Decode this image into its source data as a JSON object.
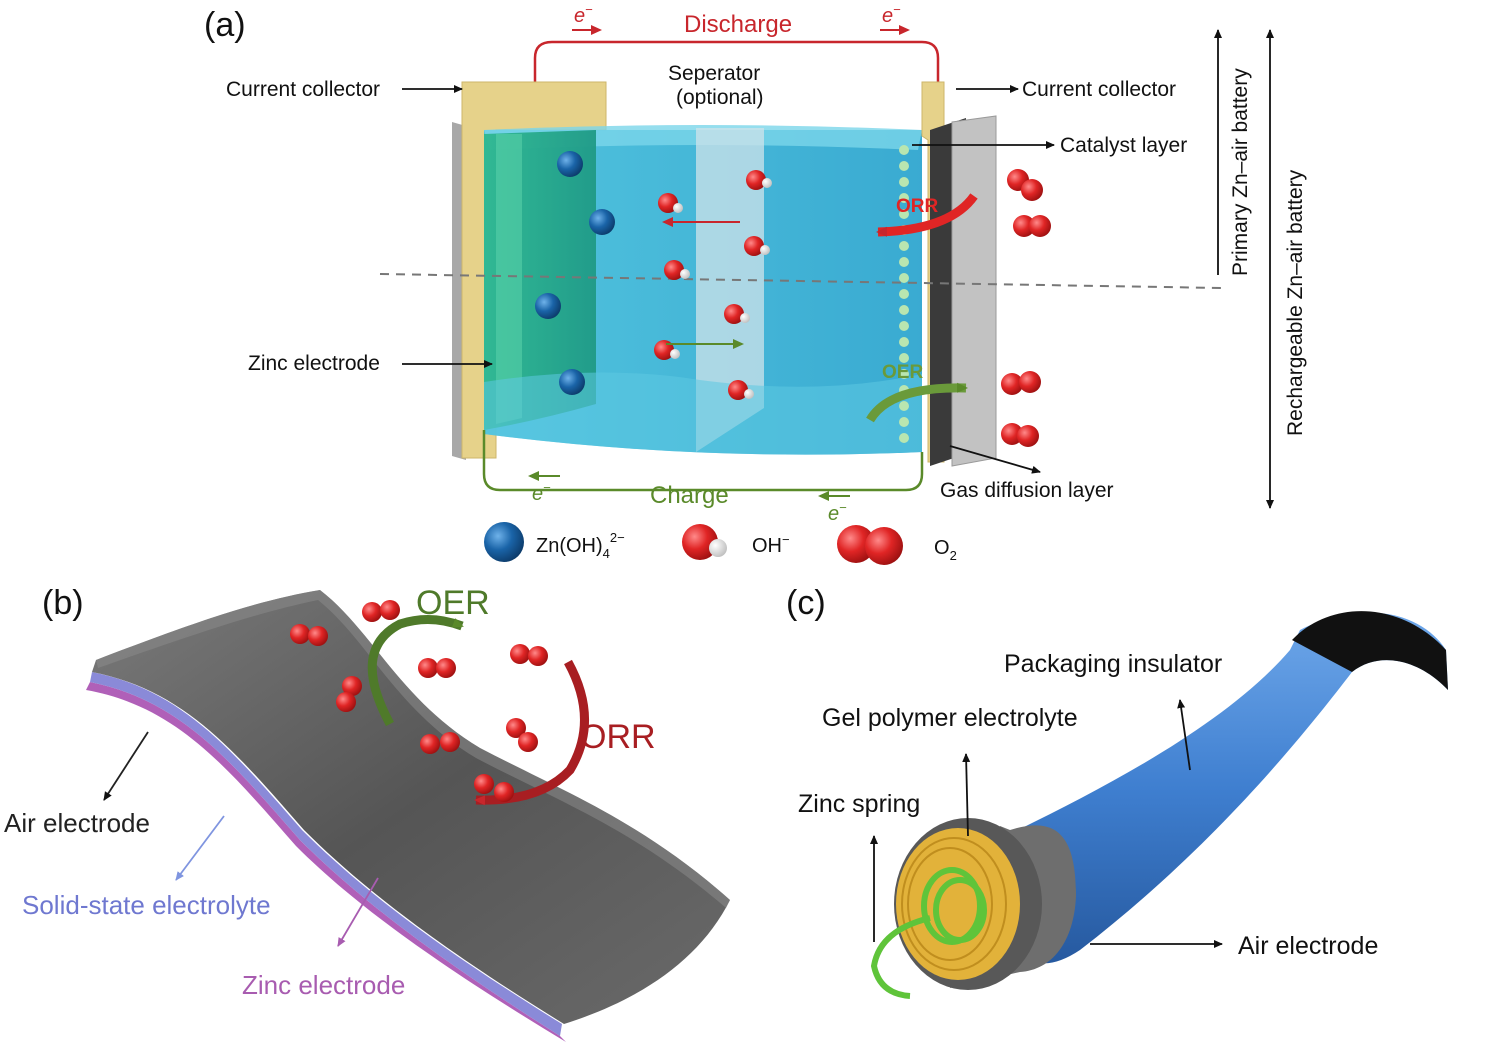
{
  "panel_a": {
    "panel_label": "(a)",
    "discharge": "Discharge",
    "charge": "Charge",
    "electron": "e",
    "electron_sup": "−",
    "separator_line1": "Seperator",
    "separator_line2": "(optional)",
    "current_collector_left": "Current collector",
    "current_collector_right": "Current collector",
    "catalyst_layer": "Catalyst layer",
    "zinc_electrode": "Zinc electrode",
    "gas_diffusion_layer": "Gas diffusion layer",
    "orr": "ORR",
    "oer": "OER",
    "primary_battery": "Primary Zn–air battery",
    "rechargeable_battery": "Rechargeable Zn–air battery",
    "legend": {
      "zincate_main": "Zn(OH)",
      "zincate_sub": "4",
      "zincate_sup": "2−",
      "hydroxide": "OH",
      "hydroxide_sup": "−",
      "oxygen_main": "O",
      "oxygen_sub": "2"
    }
  },
  "panel_b": {
    "panel_label": "(b)",
    "oer": "OER",
    "orr": "ORR",
    "air_electrode": "Air electrode",
    "solid_electrolyte": "Solid-state electrolyte",
    "zinc_electrode": "Zinc electrode"
  },
  "panel_c": {
    "panel_label": "(c)",
    "packaging_insulator": "Packaging insulator",
    "gel_polymer_electrolyte": "Gel polymer electrolyte",
    "zinc_spring": "Zinc spring",
    "air_electrode": "Air electrode"
  },
  "colors": {
    "discharge_red": "#c8262c",
    "charge_green": "#5a8a2a",
    "electrolyte_blue": "#3fb6d8",
    "collector_yellow": "#e6d28a",
    "zinc_teal": "#2fae8c",
    "oxygen_red": "#d62020",
    "zincate_blue": "#1a64a8",
    "tube_blue": "#3f7fd0",
    "solid_electrolyte_purple": "#8a8ad8",
    "zinc_magenta": "#b060b8"
  }
}
